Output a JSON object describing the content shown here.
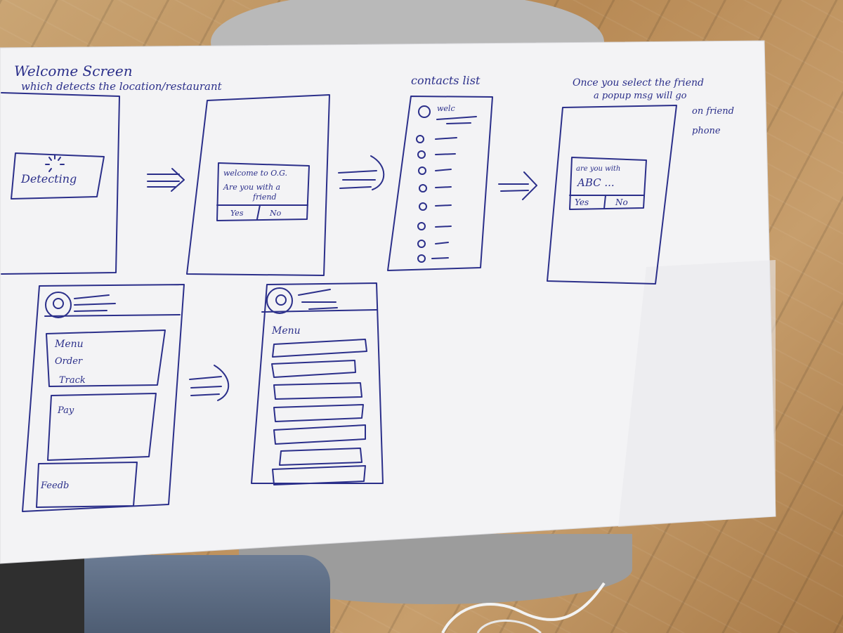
{
  "notes": {
    "welcome_line1": "Welcome Screen",
    "welcome_line2": "which detects the location/restaurant",
    "contact_list": "contacts list",
    "select_line1": "Once you select the friend",
    "select_line2": "a popup msg will go",
    "select_line3": "on friend",
    "select_line4": "phone"
  },
  "screen1": {
    "detecting": "Detecting"
  },
  "screen2": {
    "welcome": "welcome to O.G.",
    "question_line1": "Are you with a",
    "question_line2": "friend",
    "yes": "Yes",
    "no": "No"
  },
  "screen3": {
    "header": "welc"
  },
  "screen4": {
    "msg_line1": "are you with",
    "msg_line2": "ABC ...",
    "yes": "Yes",
    "no": "No"
  },
  "screen5": {
    "menu": "Menu",
    "order": "Order",
    "track": "Track",
    "pay": "Pay",
    "feedback": "Feedb"
  },
  "screen6": {
    "menu": "Menu"
  },
  "colors": {
    "ink": "#2b2f8a",
    "paper": "#f4f4f6",
    "wood": "#c09565"
  }
}
